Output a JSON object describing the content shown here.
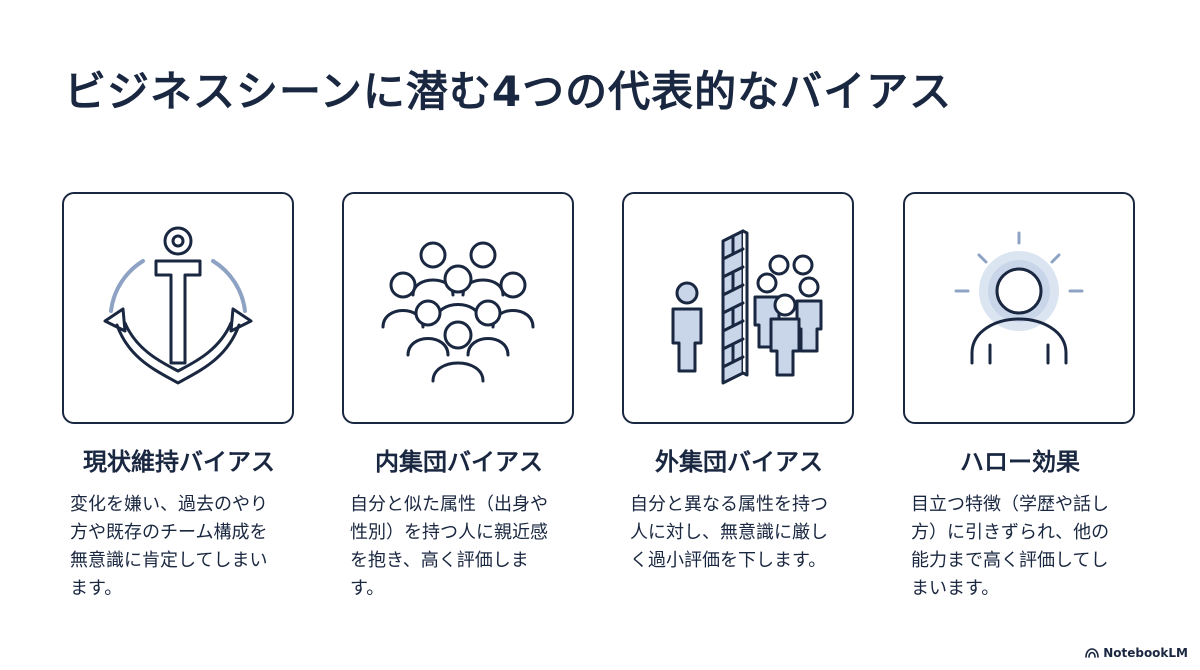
{
  "slide": {
    "title": "ビジネスシーンに潜む4つの代表的なバイアス"
  },
  "cards": [
    {
      "title": "現状維持バイアス",
      "description": "変化を嫌い、過去のやり方や既存のチーム構成を無意識に肯定してしまいます。",
      "icon": "anchor-icon"
    },
    {
      "title": "内集団バイアス",
      "description": "自分と似た属性（出身や性別）を持つ人に親近感を抱き、高く評価します。",
      "icon": "group-icon"
    },
    {
      "title": "外集団バイアス",
      "description": "自分と異なる属性を持つ人に対し、無意識に厳しく過小評価を下します。",
      "icon": "wall-separation-icon"
    },
    {
      "title": "ハロー効果",
      "description": "目立つ特徴（学歴や話し方）に引きずられ、他の能力まで高く評価してしまいます。",
      "icon": "halo-person-icon"
    }
  ],
  "branding": {
    "label": "NotebookLM",
    "icon": "notebooklm-logo-icon"
  },
  "colors": {
    "ink": "#1a2740",
    "accent_fill": "#c9d6ea",
    "halo": "#dbe4f1",
    "background": "#ffffff"
  }
}
